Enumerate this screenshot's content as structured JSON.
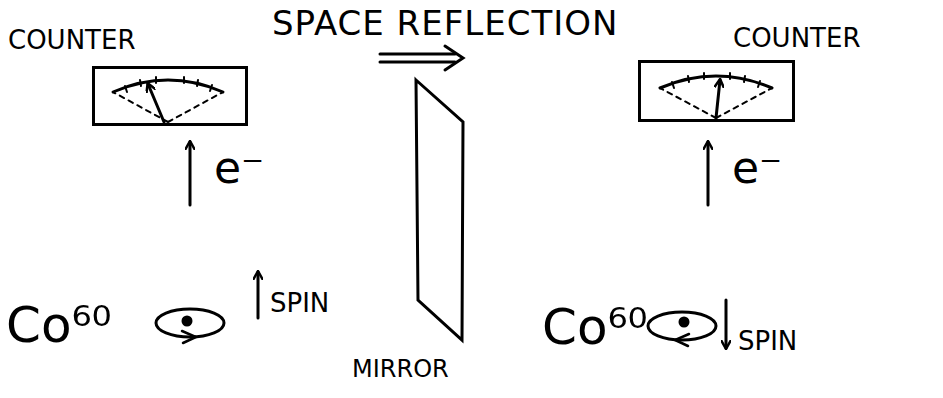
{
  "diagram": {
    "title": "SPACE REFLECTION",
    "nodes": [
      {
        "text": [
          "COUNTER"
        ]
      },
      {
        "text": [
          "COUNTER"
        ]
      }
    ],
    "labels": [
      "e⁻",
      "Co⁶⁰",
      "SPIN",
      "MIRROR",
      "e⁻",
      "Co⁶⁰",
      "SPIN"
    ]
  }
}
